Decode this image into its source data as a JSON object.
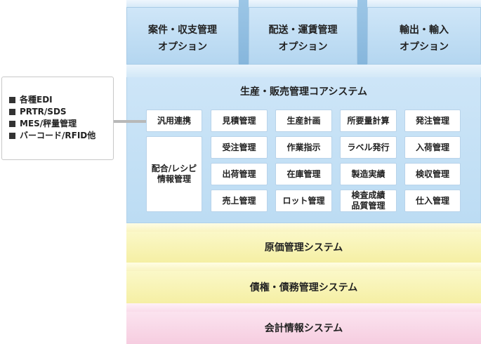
{
  "options": [
    {
      "line1": "案件・収支管理",
      "line2": "オプション"
    },
    {
      "line1": "配送・運賃管理",
      "line2": "オプション"
    },
    {
      "line1": "輸出・輸入",
      "line2": "オプション"
    }
  ],
  "core": {
    "title": "生産・販売管理コアシステム",
    "left_modules": {
      "integration": "汎用連携",
      "recipe_line1": "配合/レシピ",
      "recipe_line2": "情報管理"
    },
    "grid": [
      [
        "見積管理",
        "生産計画",
        "所要量計算",
        "発注管理"
      ],
      [
        "受注管理",
        "作業指示",
        "ラベル発行",
        "入荷管理"
      ],
      [
        "出荷管理",
        "在庫管理",
        "製造実績",
        "検収管理"
      ],
      [
        "売上管理",
        "ロット管理",
        "検査成績\n品質管理",
        "仕入管理"
      ]
    ]
  },
  "bands": {
    "cost": "原価管理システム",
    "credit": "債権・債務管理システム",
    "accounting": "会計情報システム"
  },
  "external": {
    "items": [
      "各種EDI",
      "PRTR/SDS",
      "MES/秤量管理",
      "バーコード/RFID他"
    ]
  },
  "colors": {
    "blue": "#c4e0f5",
    "yellow": "#f8f3b6",
    "pink": "#f8d8e7"
  }
}
